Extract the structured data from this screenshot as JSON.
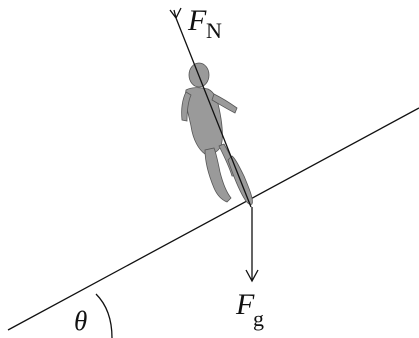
{
  "diagram": {
    "normal_force": {
      "symbol": "F",
      "subscript": "N"
    },
    "gravity_force": {
      "symbol": "F",
      "subscript": "g"
    },
    "angle": {
      "symbol": "θ"
    },
    "colors": {
      "line": "#111111",
      "cyclist_fill": "#9a9a9a",
      "cyclist_edge": "#555555",
      "background": "#ffffff"
    }
  }
}
